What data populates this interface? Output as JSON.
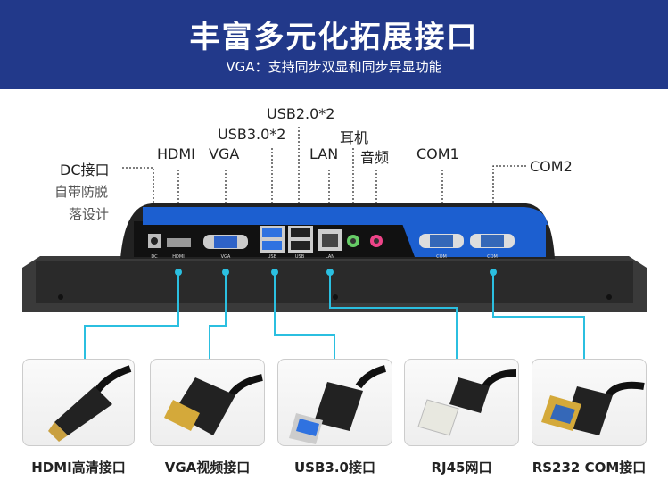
{
  "header": {
    "title": "丰富多元化拓展接口",
    "subtitle": "VGA：支持同步双显和同步异显功能"
  },
  "callouts": {
    "usb2": "USB2.0*2",
    "usb3": "USB3.0*2",
    "earphone": "耳机",
    "hdmi": "HDMI",
    "vga": "VGA",
    "lan": "LAN",
    "audio": "音频",
    "com1": "COM1",
    "com2": "COM2",
    "dc": "DC接口",
    "dc_note1": "自带防脱",
    "dc_note2": "落设计"
  },
  "panel_labels": {
    "dc": "DC",
    "hdmi": "HDMI",
    "vga": "VGA",
    "usb": "USB",
    "lan": "LAN",
    "com": "COM"
  },
  "cables": [
    {
      "label": "HDMI高清接口"
    },
    {
      "label": "VGA视频接口"
    },
    {
      "label": "USB3.0接口"
    },
    {
      "label": "RJ45网口"
    },
    {
      "label": "RS232 COM接口"
    }
  ],
  "colors": {
    "banner": "#22398a",
    "accent_line": "#2bbfe0",
    "port_panel": "#1c5fd0"
  }
}
